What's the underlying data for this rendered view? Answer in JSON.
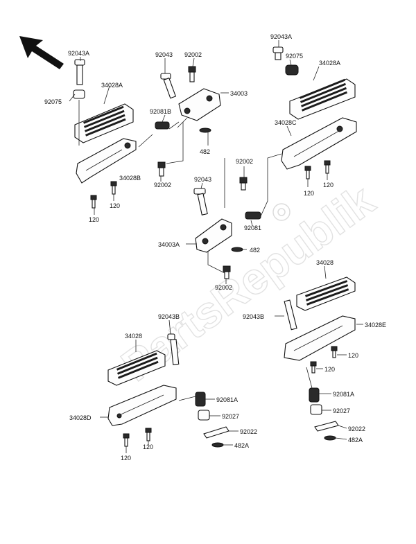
{
  "watermark": "PartsRepublik",
  "labels": {
    "p92043A_left": "92043A",
    "p92075_left": "92075",
    "p34028A_left": "34028A",
    "p92043_top": "92043",
    "p92002_top": "92002",
    "p34003": "34003",
    "p92081B": "92081B",
    "p482_top": "482",
    "p34028B": "34028B",
    "p92002_left": "92002",
    "p120_a": "120",
    "p120_b": "120",
    "p92043A_right": "92043A",
    "p92075_right": "92075",
    "p34028A_right": "34028A",
    "p34028C": "34028C",
    "p120_c": "120",
    "p120_d": "120",
    "p92002_mid": "92002",
    "p92043_mid": "92043",
    "p92081": "92081",
    "p34003A": "34003A",
    "p482_mid": "482",
    "p92002_bot": "92002",
    "p34028_right": "34028",
    "p92043B_right": "92043B",
    "p34028E": "34028E",
    "p120_e": "120",
    "p120_f": "120",
    "p92081A_right": "92081A",
    "p92027_right": "92027",
    "p92022_right": "92022",
    "p482A_right": "482A",
    "p92043B_left": "92043B",
    "p34028_left": "34028",
    "p34028D": "34028D",
    "p120_g": "120",
    "p120_h": "120",
    "p92081A_left": "92081A",
    "p92027_left": "92027",
    "p92022_left": "92022",
    "p482A_left": "482A"
  }
}
